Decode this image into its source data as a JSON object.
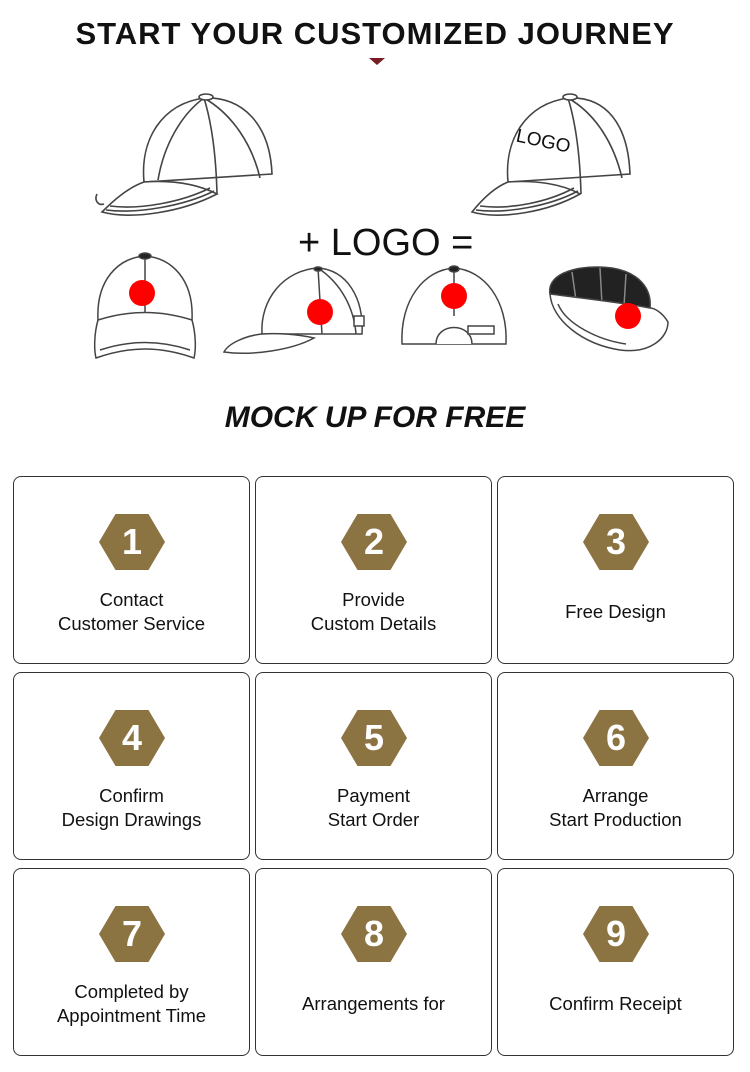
{
  "header": {
    "title": "START YOUR CUSTOMIZED JOURNEY"
  },
  "hero": {
    "equation": "+ LOGO =",
    "logo_text": "LOGO"
  },
  "subtitle": "MOCK UP FOR FREE",
  "colors": {
    "badge": "#8c7342",
    "logo_dot": "#ff0000",
    "marker": "#7a1c24"
  },
  "steps": [
    {
      "number": "1",
      "line1": "Contact",
      "line2": "Customer Service"
    },
    {
      "number": "2",
      "line1": "Provide",
      "line2": "Custom Details"
    },
    {
      "number": "3",
      "line1": "Free Design",
      "line2": ""
    },
    {
      "number": "4",
      "line1": "Confirm",
      "line2": "Design Drawings"
    },
    {
      "number": "5",
      "line1": "Payment",
      "line2": "Start Order"
    },
    {
      "number": "6",
      "line1": "Arrange",
      "line2": "Start Production"
    },
    {
      "number": "7",
      "line1": "Completed by",
      "line2": "Appointment Time"
    },
    {
      "number": "8",
      "line1": "Arrangements for",
      "line2": ""
    },
    {
      "number": "9",
      "line1": "Confirm Receipt",
      "line2": ""
    }
  ]
}
